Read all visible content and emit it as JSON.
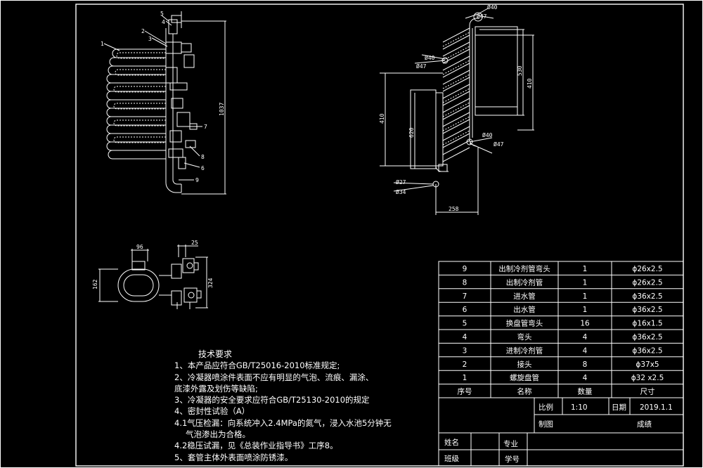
{
  "drawing": {
    "front_view": {
      "part_callouts": [
        "1",
        "2",
        "3",
        "4",
        "5",
        "6",
        "7",
        "8",
        "9"
      ],
      "overall_height": "1037"
    },
    "side_view": {
      "dims": {
        "d_top_out": "Ø40",
        "d_top_in": "Ø47",
        "d_mid_out": "Ø40",
        "d_mid_in": "Ø47",
        "h_right_1": "530",
        "h_right_2": "410",
        "h_left": "410",
        "h_inner": "620",
        "d_low_out": "Ø40",
        "d_low_in": "Ø47",
        "d_bot_1": "Ø27",
        "d_bot_2": "Ø34",
        "width_bottom": "258"
      }
    },
    "top_view": {
      "dims": {
        "width_top": "96",
        "offset_top": "25",
        "height_left": "162",
        "height_right": "324"
      }
    }
  },
  "notes": {
    "title": "技术要求",
    "lines": [
      "1、本产品应符合GB/T25016-2010标准规定;",
      "2、冷凝器喷涂件表面不应有明显的气泡、流痕、漏涂、",
      "    底漆外露及划伤等缺陷;",
      "3、冷凝器的安全要求应符合GB/T25130-2010的规定",
      "4、密封性试验（A）",
      "    4.1气压检漏：向系统冲入2.4MPa的氮气，浸入水池5分钟无",
      "气泡渗出为合格。",
      "    4.2稳压试漏，见《总装作业指导书》工序8。",
      "5、套管主体外表面喷涂防锈漆。"
    ]
  },
  "bom": {
    "rows": [
      {
        "no": "9",
        "name": "出制冷剂管弯头",
        "qty": "1",
        "spec": "ϕ26x2.5"
      },
      {
        "no": "8",
        "name": "出制冷剂管",
        "qty": "1",
        "spec": "ϕ26x2.5"
      },
      {
        "no": "7",
        "name": "进水管",
        "qty": "1",
        "spec": "ϕ36x2.5"
      },
      {
        "no": "6",
        "name": "出水管",
        "qty": "1",
        "spec": "ϕ36x2.5"
      },
      {
        "no": "5",
        "name": "换盘管弯头",
        "qty": "16",
        "spec": "ϕ16x1.5"
      },
      {
        "no": "4",
        "name": "弯头",
        "qty": "4",
        "spec": "ϕ36x2.5"
      },
      {
        "no": "3",
        "name": "进制冷剂管",
        "qty": "4",
        "spec": "ϕ36x2.5"
      },
      {
        "no": "2",
        "name": "接头",
        "qty": "8",
        "spec": "ϕ37x5"
      },
      {
        "no": "1",
        "name": "螺旋盘管",
        "qty": "4",
        "spec": "ϕ32 x2.5"
      }
    ],
    "header": {
      "no": "序号",
      "name": "名称",
      "qty": "数量",
      "spec": "尺寸"
    }
  },
  "title_block": {
    "scale_label": "比例",
    "scale_value": "1:10",
    "date_label": "日期",
    "date_value": "2019.1.1",
    "drawing_label": "制图",
    "grade_label": "成绩",
    "name_label": "姓名",
    "major_label": "专业",
    "class_label": "班级",
    "id_label": "学号"
  }
}
